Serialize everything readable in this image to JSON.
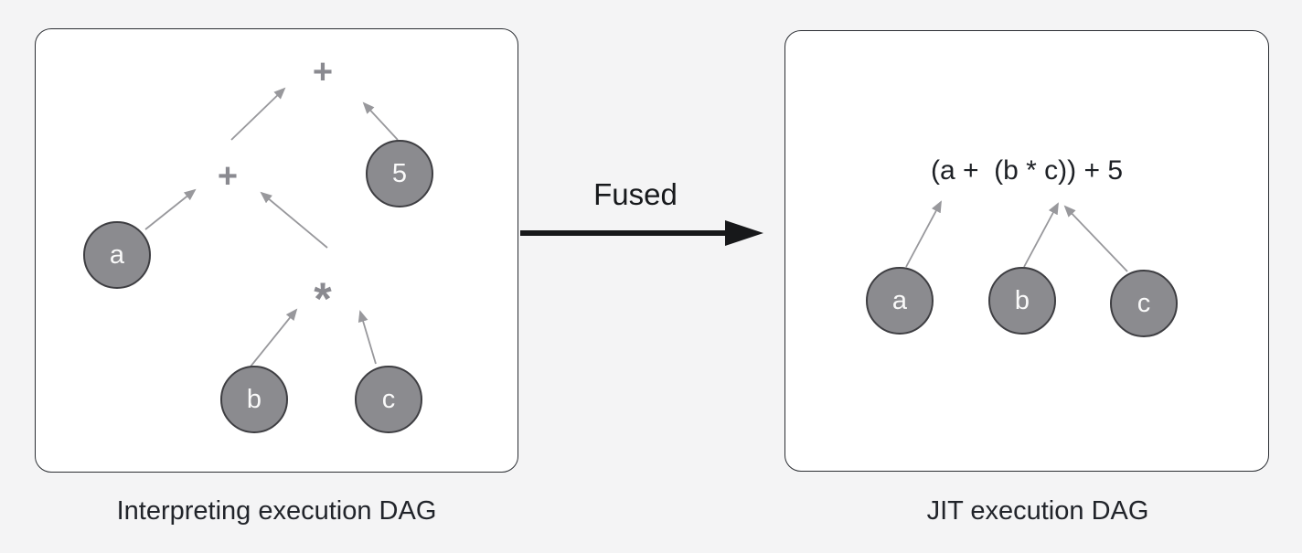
{
  "colors": {
    "background": "#f4f4f5",
    "panel_fill": "#ffffff",
    "panel_border": "#2b2e33",
    "node_fill": "#8b8b8f",
    "node_border": "#3e3e42",
    "node_label": "#fafafa",
    "operator": "#8a8a90",
    "edge_arrow": "#98989c",
    "fused_arrow": "#17181a",
    "caption_text": "#21242a"
  },
  "left_panel": {
    "caption": "Interpreting execution DAG",
    "operators": [
      {
        "id": "plus-root",
        "label": "+"
      },
      {
        "id": "plus-inner",
        "label": "+"
      },
      {
        "id": "multiply",
        "label": "*"
      }
    ],
    "nodes": [
      {
        "id": "a",
        "label": "a"
      },
      {
        "id": "5",
        "label": "5"
      },
      {
        "id": "b",
        "label": "b"
      },
      {
        "id": "c",
        "label": "c"
      }
    ],
    "edges": [
      {
        "from": "plus-inner",
        "to": "plus-root"
      },
      {
        "from": "5",
        "to": "plus-root"
      },
      {
        "from": "a",
        "to": "plus-inner"
      },
      {
        "from": "multiply",
        "to": "plus-inner"
      },
      {
        "from": "b",
        "to": "multiply"
      },
      {
        "from": "c",
        "to": "multiply"
      }
    ]
  },
  "fused": {
    "label": "Fused"
  },
  "right_panel": {
    "caption": "JIT execution DAG",
    "expression": "(a +  (b * c)) + 5",
    "nodes": [
      {
        "id": "a",
        "label": "a"
      },
      {
        "id": "b",
        "label": "b"
      },
      {
        "id": "c",
        "label": "c"
      }
    ],
    "edges": [
      {
        "from": "a",
        "to": "expression"
      },
      {
        "from": "b",
        "to": "expression"
      },
      {
        "from": "c",
        "to": "expression"
      }
    ]
  }
}
